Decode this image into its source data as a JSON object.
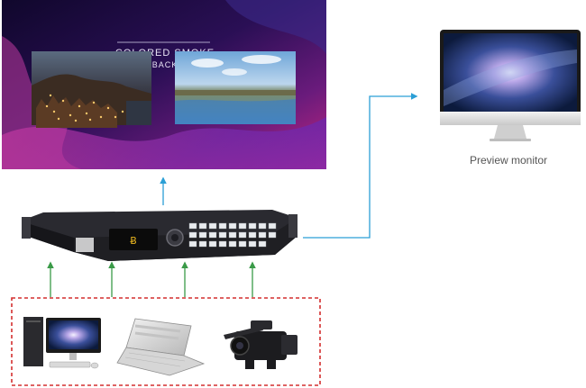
{
  "screen": {
    "title": "COLORED SMOKE",
    "subtitle": "BACK"
  },
  "preview": {
    "label": "Preview monitor"
  },
  "device": {
    "display_text": "Ƀ"
  },
  "colors": {
    "arrow_blue": "#2b9fd6",
    "arrow_green": "#3a9a48",
    "source_border": "#d32f2f",
    "device_body": "#1f1f23"
  }
}
